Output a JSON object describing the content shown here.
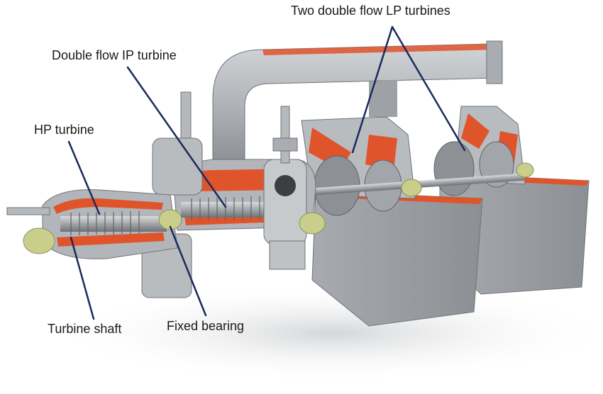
{
  "labels": {
    "lp_turbines": "Two double flow LP turbines",
    "ip_turbine": "Double flow IP turbine",
    "hp_turbine": "HP turbine",
    "turbine_shaft": "Turbine shaft",
    "fixed_bearing": "Fixed bearing"
  },
  "colors": {
    "casing": "#9ea2a6",
    "casing_light": "#c3c6c9",
    "casing_dark": "#6f7377",
    "cut_face": "#e0542c",
    "rotor": "#7e8286",
    "bearing": "#c9cf8a",
    "leader_line": "#1b2a5c",
    "text": "#1a1a1a"
  }
}
